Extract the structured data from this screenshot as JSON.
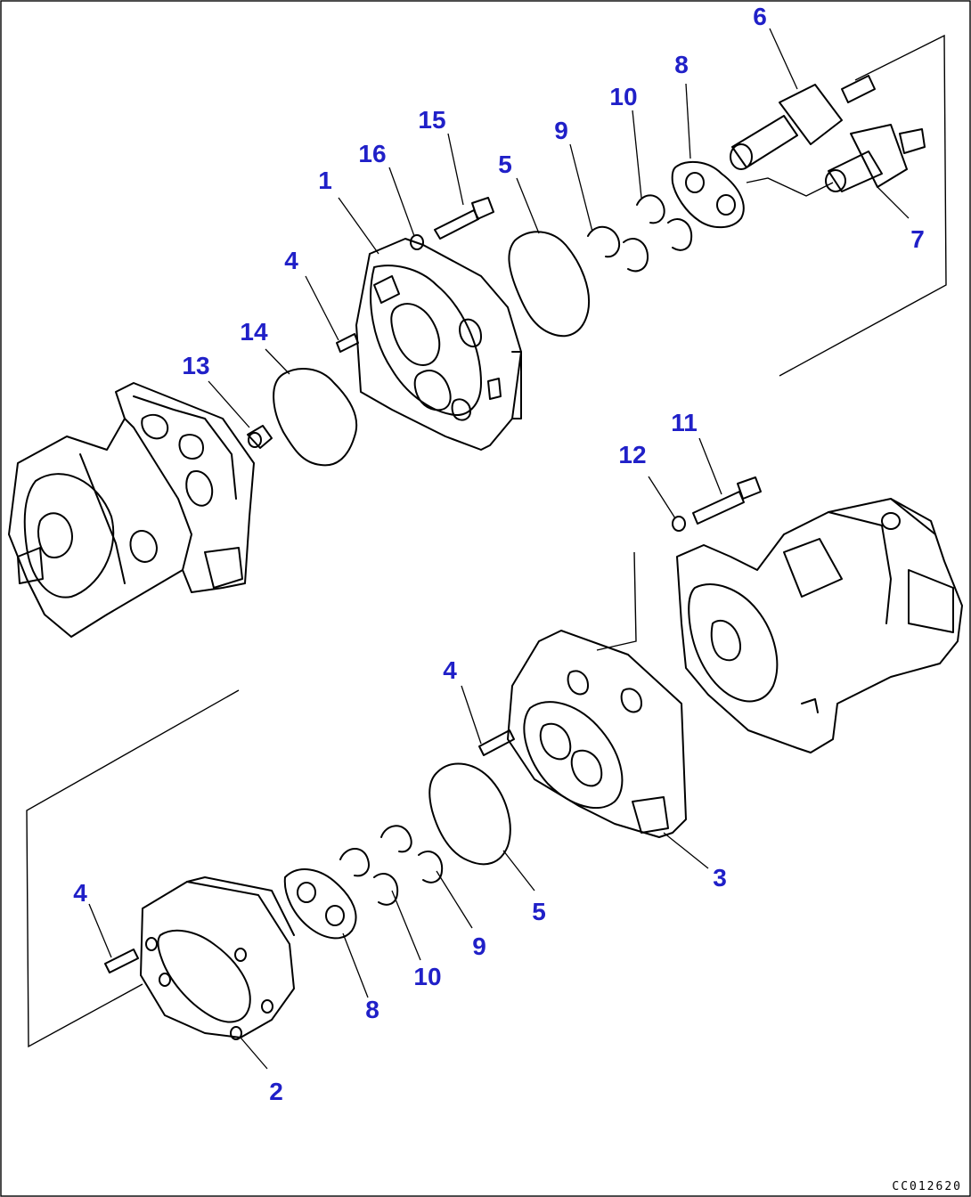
{
  "drawing_code": "CC012620",
  "callouts": {
    "c1": "1",
    "c2": "2",
    "c3": "3",
    "c4a": "4",
    "c4b": "4",
    "c4c": "4",
    "c5a": "5",
    "c5b": "5",
    "c6": "6",
    "c7": "7",
    "c8a": "8",
    "c8b": "8",
    "c9a": "9",
    "c9b": "9",
    "c10a": "10",
    "c10b": "10",
    "c11": "11",
    "c12": "12",
    "c13": "13",
    "c14": "14",
    "c15": "15",
    "c16": "16"
  }
}
